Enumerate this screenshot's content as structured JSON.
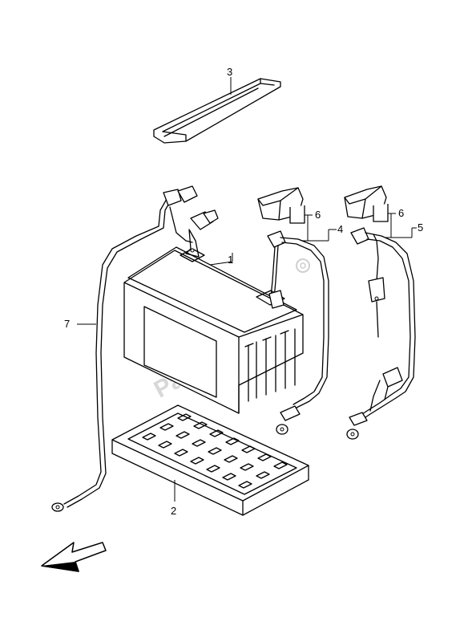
{
  "callouts": {
    "battery": "1",
    "battery_tray": "2",
    "battery_strap": "3",
    "positive_lead": "4",
    "negative_lead": "5",
    "terminal_cover": "6",
    "terminal_cover_b": "6",
    "ground_lead": "7"
  },
  "watermark": "PartsRepublik",
  "icons": {
    "direction_arrow": "front-direction-arrow-icon",
    "watermark_gear": "gear-icon"
  }
}
